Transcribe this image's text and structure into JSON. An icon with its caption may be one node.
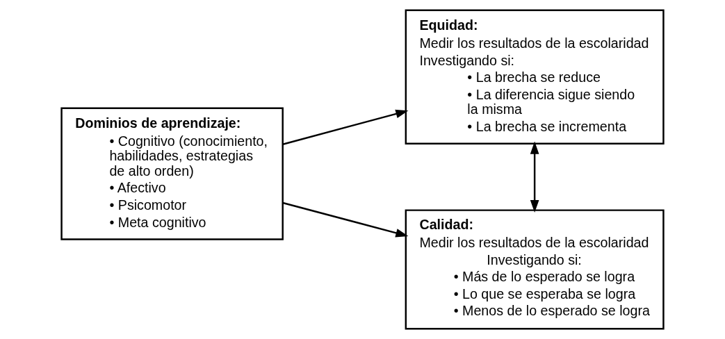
{
  "diagram": {
    "nodes": [
      {
        "text": [
          "Dominios de aprendizaje:",
          "• Cognitivo (conocimiento, habilidades, estrategias de alto orden)",
          "• Afectivo",
          "• Psicomotor",
          "• Meta cognitivo"
        ]
      },
      {
        "text": [
          "Equidad:",
          "Medir los resultados de la escolaridad",
          "Investigando si:",
          "• La brecha se reduce",
          "• La diferencia sigue siendo la misma",
          "• La brecha se incrementa"
        ]
      },
      {
        "text": [
          "Calidad:",
          "Medir los resultados de la escolaridad",
          "Investigando si:",
          "• Más de lo esperado se logra",
          "• Lo que se esperaba se logra",
          "• Menos de lo esperado se logra"
        ]
      }
    ],
    "edges": [
      {
        "from": 0,
        "to": 1,
        "arrow": "to"
      },
      {
        "from": 0,
        "to": 2,
        "arrow": "to"
      },
      {
        "from": 1,
        "to": 2,
        "arrow": "both"
      }
    ]
  }
}
